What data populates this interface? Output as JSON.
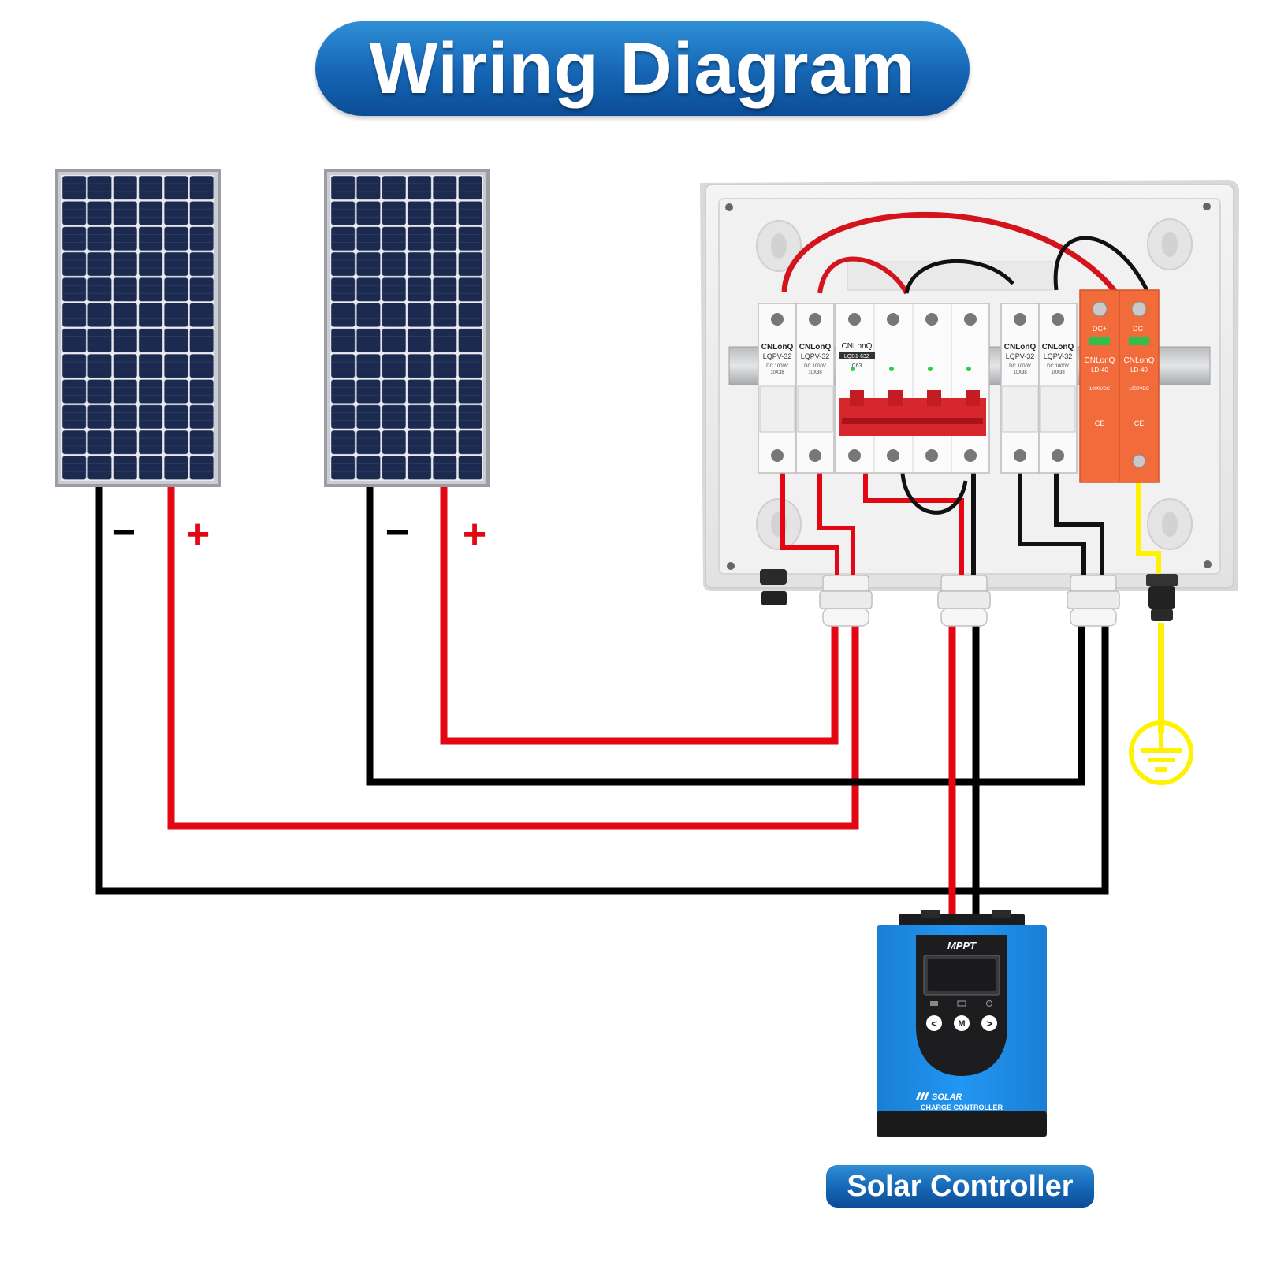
{
  "title": "Wiring Diagram",
  "controller_label": "Solar Controller",
  "panels": [
    {
      "negative_label": "−",
      "positive_label": "+"
    },
    {
      "negative_label": "−",
      "positive_label": "+"
    }
  ],
  "combiner_box": {
    "fuse_brand": "CNLonQ",
    "fuse_model": "LQPV-32",
    "fuse_rating_1": "DC 1000V",
    "fuse_rating_2": "10X38",
    "breaker_brand": "CNLonQ",
    "breaker_model": "LQB1-63Z",
    "breaker_rating": "C63",
    "spd_brand": "CNLonQ",
    "spd_model": "LD-40",
    "spd_pos_label": "DC+",
    "spd_neg_label": "DC-",
    "spd_voltage": "1000VDC",
    "ce_mark": "CE"
  },
  "controller": {
    "type_label": "MPPT",
    "brand_line_1": "SOLAR",
    "brand_line_2": "CHARGE CONTROLLER",
    "btn_left": "<",
    "btn_mode": "M",
    "btn_right": ">"
  },
  "colors": {
    "positive_wire": "#e30613",
    "negative_wire": "#000000",
    "ground_wire": "#fff200",
    "panel_cell": "#1b2a4e",
    "panel_frame": "#9a9ea4",
    "title_blue": "#1565b4",
    "controller_blue": "#1e88e5",
    "spd_orange": "#f26b3a"
  }
}
